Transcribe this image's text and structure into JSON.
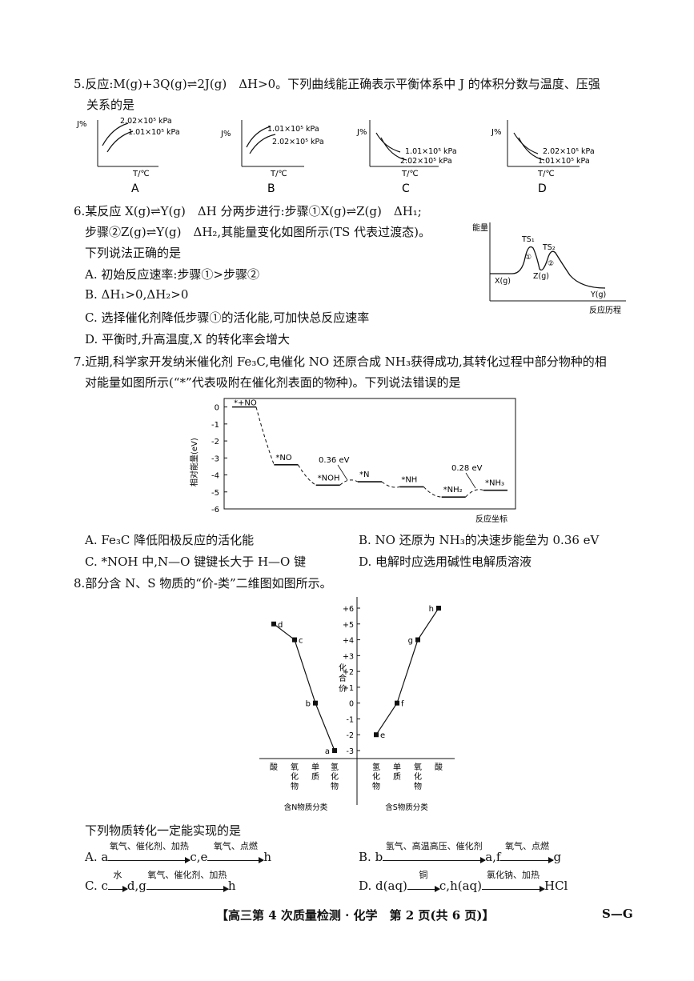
{
  "q5": {
    "number": "5.",
    "line1_a": "反应:M(g)+3Q(g)",
    "line1_b": "2J(g)　ΔH>0。下列曲线能正确表示平衡体系中 J 的体积分数与温度、压强",
    "line2": "关系的是",
    "graphs": [
      {
        "letter": "A",
        "ylabel": "J%",
        "xlabel": "T/℃",
        "upper": "2.02×10⁵ kPa",
        "lower": "1.01×10⁵ kPa"
      },
      {
        "letter": "B",
        "ylabel": "J%",
        "xlabel": "T/℃",
        "upper": "1.01×10⁵ kPa",
        "lower": "2.02×10⁵ kPa"
      },
      {
        "letter": "C",
        "ylabel": "J%",
        "xlabel": "T/℃",
        "upper": "1.01×10⁵ kPa",
        "lower": "2.02×10⁵ kPa"
      },
      {
        "letter": "D",
        "ylabel": "J%",
        "xlabel": "T/℃",
        "upper": "2.02×10⁵ kPa",
        "lower": "1.01×10⁵ kPa"
      }
    ]
  },
  "q6": {
    "number": "6.",
    "line1": "某反应 X(g)⇌Y(g)　ΔH 分两步进行:步骤①X(g)⇌Z(g)　ΔH₁;",
    "line2": "步骤②Z(g)⇌Y(g)　ΔH₂,其能量变化如图所示(TS 代表过渡态)。",
    "line3": "下列说法正确的是",
    "options": [
      "A. 初始反应速率:步骤①>步骤②",
      "B. ΔH₁>0,ΔH₂>0",
      "C. 选择催化剂降低步骤①的活化能,可加快总反应速率",
      "D. 平衡时,升高温度,X 的转化率会增大"
    ],
    "diagram": {
      "ylabel": "能量",
      "xlabel": "反应历程",
      "ts1": "TS₁",
      "ts2": "TS₂",
      "x": "X(g)",
      "z": "Z(g)",
      "y": "Y(g)",
      "step1": "①",
      "step2": "②"
    }
  },
  "q7": {
    "number": "7.",
    "line1": "近期,科学家开发纳米催化剂 Fe₃C,电催化 NO 还原合成 NH₃获得成功,其转化过程中部分物种的相",
    "line2": "对能量如图所示(“*”代表吸附在催化剂表面的物种)。下列说法错误的是",
    "options": [
      "A. Fe₃C 降低阳极反应的活化能",
      "B. NO 还原为 NH₃的决速步能垒为 0.36 eV",
      "C. *NOH 中,N—O 键键长大于 H—O 键",
      "D. 电解时应选用碱性电解质溶液"
    ]
  },
  "chart_data": {
    "type": "line",
    "ylabel": "相对能量(eV)",
    "xlabel": "反应坐标",
    "ylim": [
      -6,
      0.5
    ],
    "yticks": [
      "0",
      "-1",
      "-2",
      "-3",
      "-4",
      "-5",
      "-6"
    ],
    "points": [
      {
        "label": "*+NO",
        "y": 0
      },
      {
        "label": "*NO",
        "y": -3.4
      },
      {
        "label": "*NOH",
        "y": -4.6
      },
      {
        "label": "*N",
        "y": -4.4
      },
      {
        "label": "*NH",
        "y": -4.7
      },
      {
        "label": "*NH₂",
        "y": -5.3
      },
      {
        "label": "*NH₃",
        "y": -4.9
      }
    ],
    "annotations": [
      "0.36 eV",
      "0.28 eV"
    ]
  },
  "q8": {
    "number": "8.",
    "line1": "部分含 N、S 物质的“价-类”二维图如图所示。",
    "axis_label": "化合价",
    "yticks": [
      "+6",
      "+5",
      "+4",
      "+3",
      "+2",
      "+1",
      "0",
      "-1",
      "-2",
      "-3"
    ],
    "n_categories": [
      "酸",
      "氧化物",
      "单质",
      "氢化物"
    ],
    "s_categories": [
      "氢化物",
      "单质",
      "氧化物",
      "酸"
    ],
    "n_group": "含N物质分类",
    "s_group": "含S物质分类",
    "n_points": [
      {
        "label": "d",
        "valence": 5
      },
      {
        "label": "c",
        "valence": 4
      },
      {
        "label": "b",
        "valence": 0
      },
      {
        "label": "a",
        "valence": -3
      }
    ],
    "s_points": [
      {
        "label": "e",
        "valence": -2
      },
      {
        "label": "f",
        "valence": 0
      },
      {
        "label": "g",
        "valence": 4
      },
      {
        "label": "h",
        "valence": 6
      }
    ],
    "question": "下列物质转化一定能实现的是",
    "optA": {
      "letter": "A.",
      "s1": "a",
      "arr1": "氧气、催化剂、加热",
      "s2": "c,e",
      "arr2": "氧气、点燃",
      "s3": "h"
    },
    "optB": {
      "letter": "B.",
      "s1": "b",
      "arr1": "氢气、高温高压、催化剂",
      "s2": "a,f",
      "arr2": "氧气、点燃",
      "s3": "g"
    },
    "optC": {
      "letter": "C.",
      "s1": "c",
      "arr1": "水",
      "s2": "d,g",
      "arr2": "氧气、催化剂、加热",
      "s3": "h"
    },
    "optD": {
      "letter": "D.",
      "s1": "d(aq)",
      "arr1": "铜",
      "s2": "c,h(aq)",
      "arr2": "氯化钠、加热",
      "s3": "HCl"
    }
  },
  "footer": {
    "text": "【高三第 4 次质量检测 · 化学　第 2 页(共 6 页)】",
    "code": "S—G"
  }
}
